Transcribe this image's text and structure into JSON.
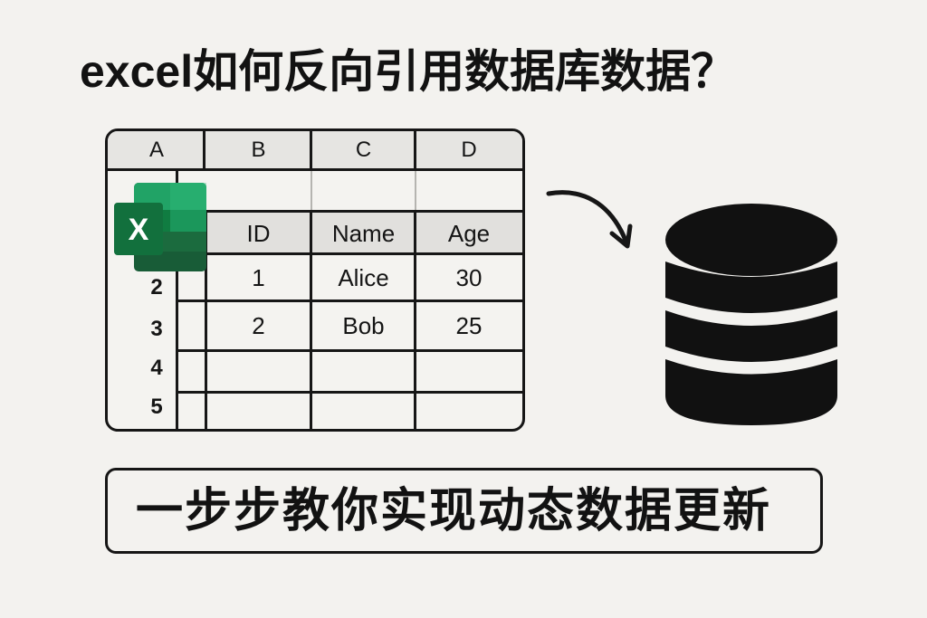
{
  "title": "excel如何反向引用数据库数据？",
  "spreadsheet": {
    "column_headers": [
      "A",
      "B",
      "C",
      "D"
    ],
    "row_numbers": [
      "2",
      "3",
      "4",
      "5"
    ],
    "table_headers": [
      "ID",
      "Name",
      "Age"
    ],
    "rows": [
      [
        "1",
        "Alice",
        "30"
      ],
      [
        "2",
        "Bob",
        "25"
      ]
    ]
  },
  "icons": {
    "excel": "excel-logo-icon",
    "arrow": "curved-arrow-icon",
    "database": "database-icon"
  },
  "colors": {
    "background": "#f3f2ef",
    "excel_green": "#1e7a45",
    "excel_green_light": "#21a366",
    "excel_green_dark": "#185c37",
    "ink": "#161616",
    "header_gray": "#e6e5e2"
  },
  "subtitle": "一步步教你实现动态数据更新"
}
